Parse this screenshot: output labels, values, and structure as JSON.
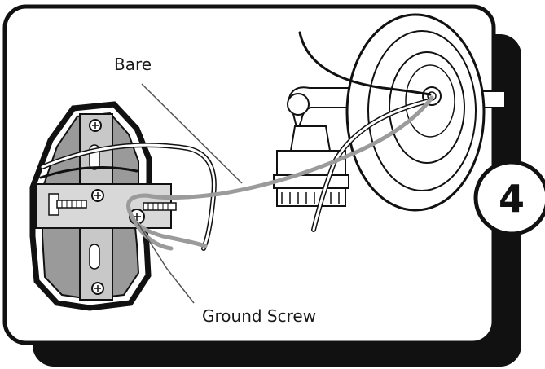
{
  "labels": {
    "bare": "Bare",
    "ground_screw": "Ground Screw"
  },
  "step": {
    "number": "4"
  },
  "colors": {
    "outline": "#111111",
    "panel": "#ffffff",
    "shadow": "#111111",
    "box_fill": "#9a9a9a",
    "box_light": "#c8c8c8",
    "bare_wire": "#9b9b9b",
    "black_wire": "#111111"
  },
  "icons": {
    "step_badge": "circle-number-icon",
    "screw": "phillips-screw-icon"
  }
}
